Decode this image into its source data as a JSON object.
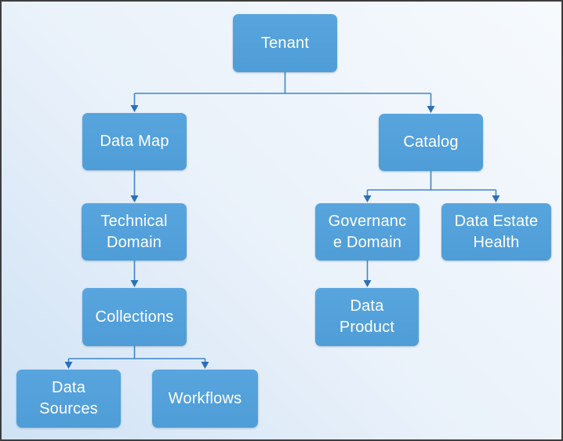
{
  "colors": {
    "node_fill": "#4f9dd7",
    "node_fill_top": "#58a5de",
    "node_text": "#ffffff",
    "connector_line": "#3f86c9",
    "arrowhead": "#2a70ba",
    "canvas_border": "#3d3d3f",
    "bg_top_right": "#f6fafd",
    "bg_mid": "#e9f1fa",
    "bg_bottom_left": "#cfe2f5"
  },
  "nodes": {
    "tenant": {
      "label": "Tenant"
    },
    "data_map": {
      "label": "Data Map"
    },
    "catalog": {
      "label": "Catalog"
    },
    "technical_domain": {
      "label": "Technical\nDomain"
    },
    "governance_domain": {
      "label": "Governanc\ne Domain"
    },
    "data_estate_health": {
      "label": "Data Estate\nHealth"
    },
    "collections": {
      "label": "Collections"
    },
    "data_product": {
      "label": "Data\nProduct"
    },
    "data_sources": {
      "label": "Data\nSources"
    },
    "workflows": {
      "label": "Workflows"
    }
  },
  "edges": [
    {
      "from": "Tenant",
      "to": "Data Map"
    },
    {
      "from": "Tenant",
      "to": "Catalog"
    },
    {
      "from": "Data Map",
      "to": "Technical Domain"
    },
    {
      "from": "Technical Domain",
      "to": "Collections"
    },
    {
      "from": "Collections",
      "to": "Data Sources"
    },
    {
      "from": "Collections",
      "to": "Workflows"
    },
    {
      "from": "Catalog",
      "to": "Governance Domain"
    },
    {
      "from": "Catalog",
      "to": "Data Estate Health"
    },
    {
      "from": "Governance Domain",
      "to": "Data Product"
    }
  ]
}
